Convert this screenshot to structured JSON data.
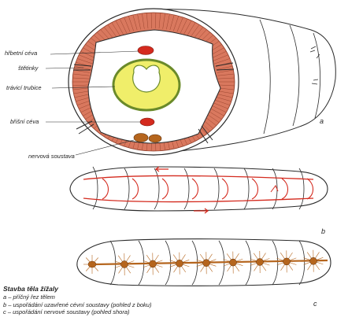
{
  "labels": {
    "dorsal_vessel": "hřbetní céva",
    "setae": "štětinky",
    "gut": "trávicí trubice",
    "ventral_vessel": "břišní céva",
    "nervous_system": "nervová soustava"
  },
  "panels": {
    "a": "a",
    "b": "b",
    "c": "c"
  },
  "caption": {
    "title": "Stavba těla žížaly",
    "lines": [
      "a – příčný řez tělem",
      "b – uspořádání uzavřené cévní soustavy (pohled z boku)",
      "c – uspořádání nervové soustavy (pohled shora)"
    ]
  },
  "colors": {
    "muscle": "#d9785e",
    "blood": "#d42a1e",
    "nerve": "#b5651d",
    "gut_fill": "#f0ee6a",
    "gut_ring": "#6a8a2a",
    "outline": "#2a2a2a"
  }
}
